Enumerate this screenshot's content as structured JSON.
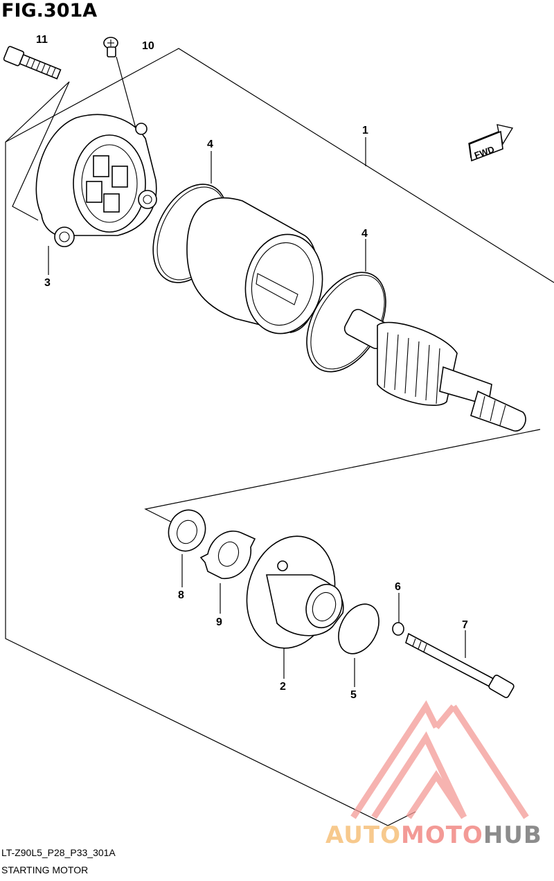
{
  "figure": {
    "title": "FIG.301A",
    "code": "LT-Z90L5_P28_P33_301A",
    "caption": "STARTING MOTOR"
  },
  "direction_tag": "FWD",
  "callouts": [
    {
      "id": "c1",
      "label": "1"
    },
    {
      "id": "c2",
      "label": "2"
    },
    {
      "id": "c3",
      "label": "3"
    },
    {
      "id": "c4a",
      "label": "4"
    },
    {
      "id": "c4b",
      "label": "4"
    },
    {
      "id": "c5",
      "label": "5"
    },
    {
      "id": "c6",
      "label": "6"
    },
    {
      "id": "c7",
      "label": "7"
    },
    {
      "id": "c8",
      "label": "8"
    },
    {
      "id": "c9",
      "label": "9"
    },
    {
      "id": "c10",
      "label": "10"
    },
    {
      "id": "c11",
      "label": "11"
    }
  ],
  "watermark": {
    "part1": "AUTO",
    "part2": "MOTO",
    "part3": "HUB",
    "colors": {
      "auto": "#f7c98d",
      "moto": "#f39a96",
      "hub": "#8c8c8c",
      "logo": "#f39a96"
    }
  }
}
